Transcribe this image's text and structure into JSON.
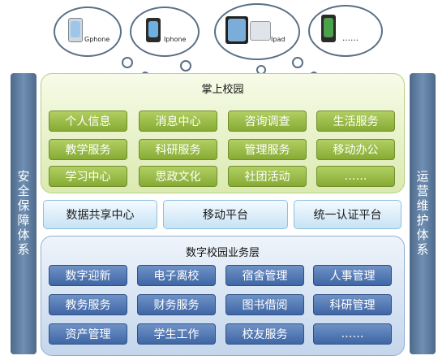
{
  "clouds": [
    {
      "label": "Gphone"
    },
    {
      "label": "Iphone"
    },
    {
      "label": "Ipad"
    },
    {
      "label": "……"
    }
  ],
  "left_bar": {
    "label": "安全保障体系"
  },
  "right_bar": {
    "label": "运营维护体系"
  },
  "mobile_campus": {
    "title": "掌上校园",
    "items": [
      "个人信息",
      "消息中心",
      "咨询调查",
      "生活服务",
      "教学服务",
      "科研服务",
      "管理服务",
      "移动办公",
      "学习中心",
      "思政文化",
      "社团活动",
      "……"
    ]
  },
  "platforms": [
    "数据共享中心",
    "移动平台",
    "统一认证平台"
  ],
  "business_layer": {
    "title": "数字校园业务层",
    "items": [
      "数字迎新",
      "电子离校",
      "宿舍管理",
      "人事管理",
      "教务服务",
      "财务服务",
      "图书借阅",
      "科研管理",
      "资产管理",
      "学生工作",
      "校友服务",
      "……"
    ]
  }
}
